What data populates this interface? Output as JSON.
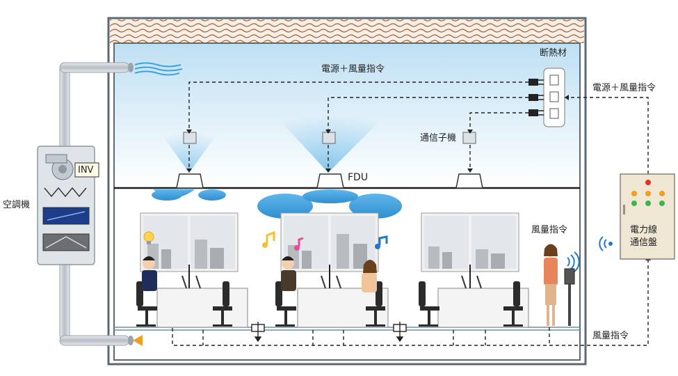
{
  "labels": {
    "ac_unit": "空調機",
    "inv": "INV",
    "insulation": "断熱材",
    "power_airflow_top": "電源＋風量指令",
    "power_airflow_right": "電源＋風量指令",
    "comm_slave": "通信子機",
    "fdu": "FDU",
    "airflow_command_person": "風量指令",
    "airflow_command_bottom": "風量指令",
    "panel_line1": "電力線",
    "panel_line2": "通信盤"
  },
  "colors": {
    "building_frame": "#5a6a75",
    "ceiling_sky_top": "#bfe0f3",
    "insulation_wave": "#a0623d",
    "airflow_blue": "#3aa3e0",
    "duct_silver": "#c9ced3",
    "panel_beige": "#efe6d3",
    "arrow_orange": "#f0a020"
  },
  "icons": {
    "music_notes": [
      "music-note-yellow",
      "music-note-pink",
      "music-note-blue"
    ],
    "bulb": "lightbulb-icon",
    "wireless": "wireless-signal-icon"
  }
}
